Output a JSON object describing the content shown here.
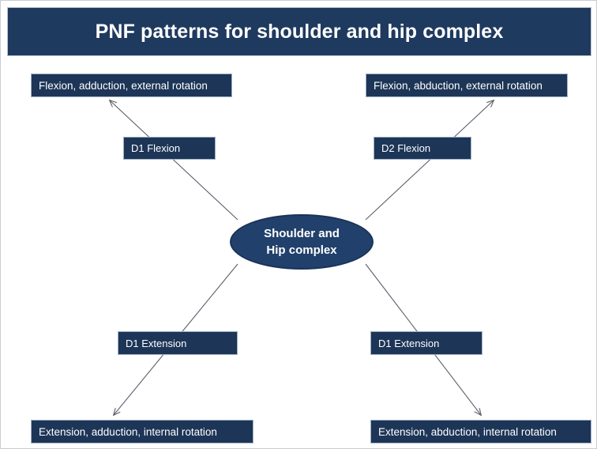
{
  "header": {
    "title": "PNF patterns for shoulder and hip complex",
    "bg_color": "#1f3a5f",
    "text_color": "#ffffff"
  },
  "center": {
    "name": "shoulder-hip-complex",
    "line1": "Shoulder and",
    "line2": "Hip complex",
    "fill_color": "#21406b",
    "border_color": "#1a3457"
  },
  "nodes": {
    "top_left": {
      "label": "Flexion, adduction, external rotation",
      "connector_label": "D1 Flexion"
    },
    "top_right": {
      "label": "Flexion, abduction, external rotation",
      "connector_label": "D2 Flexion"
    },
    "bottom_left": {
      "label": "Extension, adduction, internal rotation",
      "connector_label": "D1 Extension"
    },
    "bottom_right": {
      "label": "Extension, abduction, internal rotation",
      "connector_label": "D1 Extension"
    }
  },
  "style": {
    "box_fill": "#1d3557",
    "box_border": "#9fb0c4",
    "arrow_color": "#5a5f69",
    "canvas_bg": "#ffffff",
    "frame_border": "#c9ccd2"
  },
  "arrows": [
    {
      "name": "arrow-center-to-top-left",
      "from": "center",
      "to": "top_left",
      "direction": "up-left"
    },
    {
      "name": "arrow-center-to-top-right",
      "from": "center",
      "to": "top_right",
      "direction": "up-right"
    },
    {
      "name": "arrow-center-to-bottom-left",
      "from": "center",
      "to": "bottom_left",
      "direction": "down-left"
    },
    {
      "name": "arrow-center-to-bottom-right",
      "from": "center",
      "to": "bottom_right",
      "direction": "down-right"
    }
  ]
}
